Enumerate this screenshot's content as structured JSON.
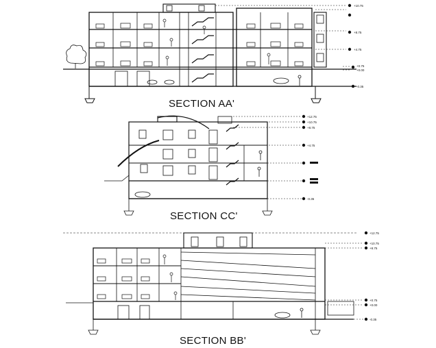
{
  "sections": [
    {
      "id": "aa",
      "title": "SECTION AA'",
      "levels": [
        "+10.75",
        "+8.75",
        "+4.75",
        "+0.75",
        "+0.00",
        "-0.35"
      ]
    },
    {
      "id": "cc",
      "title": "SECTION CC'",
      "levels": [
        "+12.75",
        "+10.75",
        "+8.75",
        "+4.75",
        "-0.35"
      ]
    },
    {
      "id": "bb",
      "title": "SECTION BB'",
      "levels": [
        "+12.75",
        "+10.75",
        "+8.75",
        "+0.75",
        "+0.00",
        "-0.35"
      ]
    }
  ]
}
